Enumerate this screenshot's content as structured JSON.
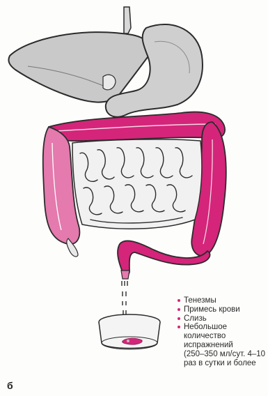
{
  "panel_letter": "б",
  "symptoms": [
    "Тенезмы",
    "Примесь крови",
    "Слизь",
    "Небольшое количество испражнений"
  ],
  "detail_note": "(250–350 мл/сут. 4–10 раз в сутки и более",
  "colors": {
    "inflamed_colon": "#d4257a",
    "inflamed_colon_light": "#e47aae",
    "organ_fill": "#c9c9c9",
    "outline": "#2b2b2b",
    "bullet": "#d4257a"
  },
  "icons": [
    "liver-illustration",
    "stomach-illustration",
    "colon-illustration",
    "small-intestine-illustration",
    "collection-dish-illustration"
  ]
}
